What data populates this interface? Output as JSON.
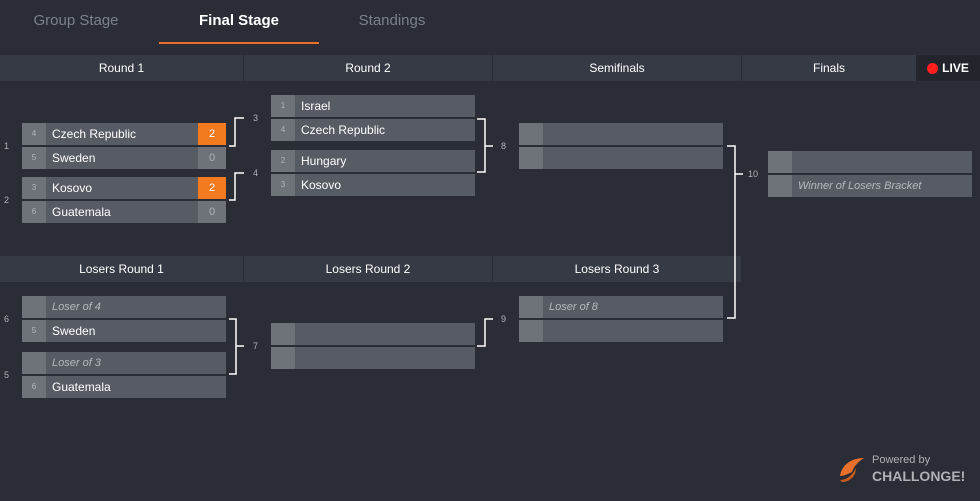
{
  "tabs": [
    {
      "label": "Group Stage",
      "active": false
    },
    {
      "label": "Final Stage",
      "active": true
    },
    {
      "label": "Standings",
      "active": false
    }
  ],
  "headers": {
    "round1": "Round 1",
    "round2": "Round 2",
    "semifinals": "Semifinals",
    "finals": "Finals",
    "live": "LIVE",
    "losers_round1": "Losers Round 1",
    "losers_round2": "Losers Round 2",
    "losers_round3": "Losers Round 3"
  },
  "matches": {
    "m1": {
      "number": "1",
      "top": {
        "seed": "4",
        "name": "Czech Republic",
        "score": "2"
      },
      "bottom": {
        "seed": "5",
        "name": "Sweden",
        "score": "0"
      }
    },
    "m2": {
      "number": "2",
      "top": {
        "seed": "3",
        "name": "Kosovo",
        "score": "2"
      },
      "bottom": {
        "seed": "6",
        "name": "Guatemala",
        "score": "0"
      }
    },
    "m3": {
      "number": "3",
      "top": {
        "seed": "1",
        "name": "Israel"
      },
      "bottom": {
        "seed": "4",
        "name": "Czech Republic"
      }
    },
    "m4": {
      "number": "4",
      "top": {
        "seed": "2",
        "name": "Hungary"
      },
      "bottom": {
        "seed": "3",
        "name": "Kosovo"
      }
    },
    "m8": {
      "number": "8"
    },
    "m10": {
      "number": "10",
      "bottom": {
        "placeholder": "Winner of Losers Bracket"
      }
    },
    "m6": {
      "number": "6",
      "top": {
        "placeholder": "Loser of 4"
      },
      "bottom": {
        "seed": "5",
        "name": "Sweden"
      }
    },
    "m5": {
      "number": "5",
      "top": {
        "placeholder": "Loser of 3"
      },
      "bottom": {
        "seed": "6",
        "name": "Guatemala"
      }
    },
    "m7": {
      "number": "7"
    },
    "m9": {
      "number": "9",
      "top": {
        "placeholder": "Loser of 8"
      }
    }
  },
  "branding": {
    "line1": "Powered by",
    "line2": "CHALLONGE!"
  },
  "colors": {
    "background": "#2a2d35",
    "accent": "#f47a20",
    "live": "#ff1e1e"
  }
}
